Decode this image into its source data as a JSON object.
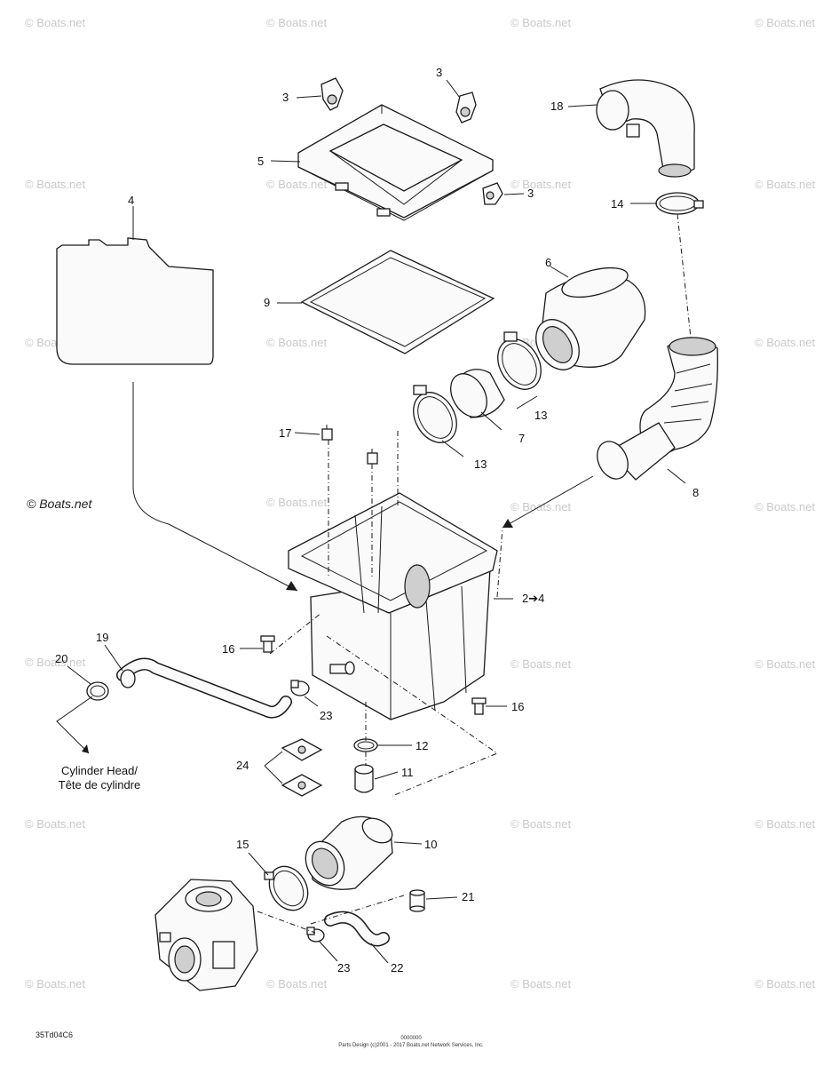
{
  "watermark": "© Boats.net",
  "copyright_mark": "© Boats.net",
  "destination": {
    "line1": "Cylinder Head/",
    "line2": "Tête de cylindre"
  },
  "diagram_code": "35Td04C6",
  "footer": {
    "line1": "0000000",
    "line2": "Parts Design (c)2001 - 2017 Boats.net Network Services, Inc."
  },
  "callouts": [
    {
      "id": "c3a",
      "text": "3"
    },
    {
      "id": "c3b",
      "text": "3"
    },
    {
      "id": "c3c",
      "text": "3"
    },
    {
      "id": "c4",
      "text": "4"
    },
    {
      "id": "c5",
      "text": "5"
    },
    {
      "id": "c6",
      "text": "6"
    },
    {
      "id": "c7",
      "text": "7"
    },
    {
      "id": "c8",
      "text": "8"
    },
    {
      "id": "c9",
      "text": "9"
    },
    {
      "id": "c10",
      "text": "10"
    },
    {
      "id": "c11",
      "text": "11"
    },
    {
      "id": "c12",
      "text": "12"
    },
    {
      "id": "c13a",
      "text": "13"
    },
    {
      "id": "c13b",
      "text": "13"
    },
    {
      "id": "c14",
      "text": "14"
    },
    {
      "id": "c15",
      "text": "15"
    },
    {
      "id": "c16a",
      "text": "16"
    },
    {
      "id": "c16b",
      "text": "16"
    },
    {
      "id": "c17",
      "text": "17"
    },
    {
      "id": "c18",
      "text": "18"
    },
    {
      "id": "c19",
      "text": "19"
    },
    {
      "id": "c20",
      "text": "20"
    },
    {
      "id": "c21",
      "text": "21"
    },
    {
      "id": "c22",
      "text": "22"
    },
    {
      "id": "c23a",
      "text": "23"
    },
    {
      "id": "c23b",
      "text": "23"
    },
    {
      "id": "c24",
      "text": "24"
    },
    {
      "id": "c24arrow",
      "text": "2➔4"
    }
  ]
}
